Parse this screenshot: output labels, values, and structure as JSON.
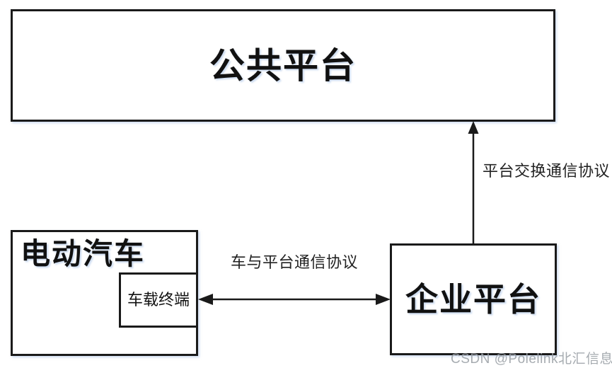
{
  "diagram": {
    "nodes": {
      "public_platform": "公共平台",
      "electric_vehicle": "电动汽车",
      "vehicle_terminal": "车载终端",
      "enterprise_platform": "企业平台"
    },
    "edges": {
      "platform_exchange_label": "平台交换通信协议",
      "vehicle_platform_label": "车与平台通信协议"
    },
    "colors": {
      "line": "#1a1a1a",
      "background": "#ffffff",
      "watermark": "#9aa0a6"
    }
  },
  "watermark": {
    "text": "CSDN @Polelink北汇信息"
  }
}
